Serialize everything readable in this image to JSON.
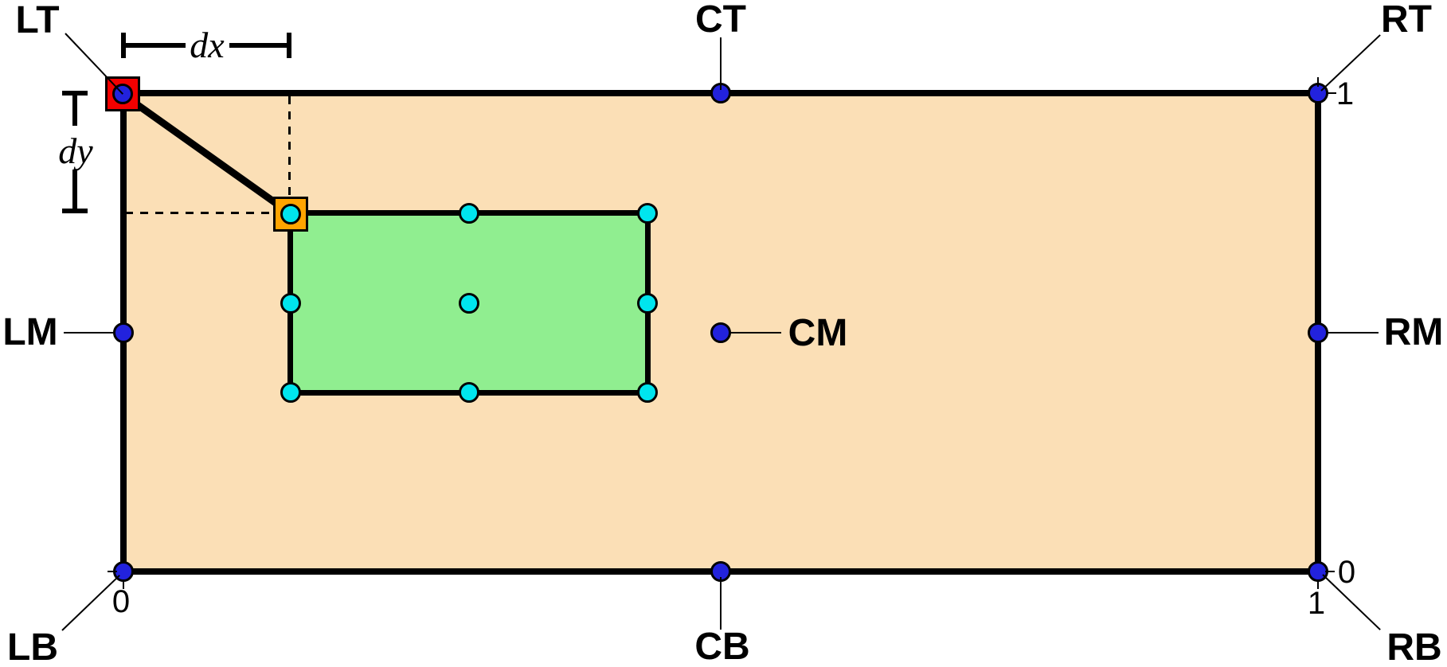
{
  "anchors": {
    "lt": "LT",
    "ct": "CT",
    "rt": "RT",
    "lm": "LM",
    "cm": "CM",
    "rm": "RM",
    "lb": "LB",
    "cb": "CB",
    "rb": "RB"
  },
  "offsets": {
    "dx": "dx",
    "dy": "dy"
  },
  "coords": {
    "rt_y1": "1",
    "lb_x0": "0",
    "rb_y0": "0",
    "rb_x1": "1"
  },
  "colors": {
    "panel_fill": "#FBDFB6",
    "inner_fill": "#90EE90",
    "anchor_dot": "#2222DD",
    "child_dot": "#00E5EE",
    "lt_marker": "#F40000",
    "offset_marker": "#FFA400",
    "line": "#000000",
    "background": "#FFFFFF"
  }
}
